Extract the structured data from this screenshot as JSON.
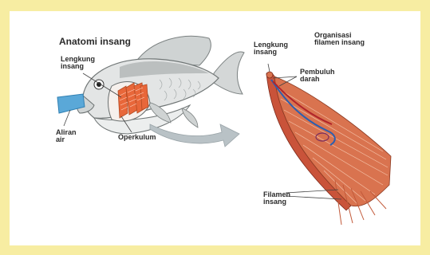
{
  "labels": {
    "anatomy_title": "Anatomi insang",
    "gill_arch_left": "Lengkung\ninsang",
    "water_flow": "Aliran\nair",
    "operculum": "Operkulum",
    "gill_arch_right": "Lengkung\ninsang",
    "filament_organization": "Organisasi\nfilamen insang",
    "blood_vessels": "Pembuluh\ndarah",
    "gill_filaments": "Filamen\ninsang"
  },
  "colors": {
    "background": "#f7eda2",
    "panel": "#ffffff",
    "gill": "#e8673a",
    "water_arrow": "#5aa8d8",
    "flow_arrow": "#b9c2c6",
    "fish_body": "#d9dcdc"
  }
}
